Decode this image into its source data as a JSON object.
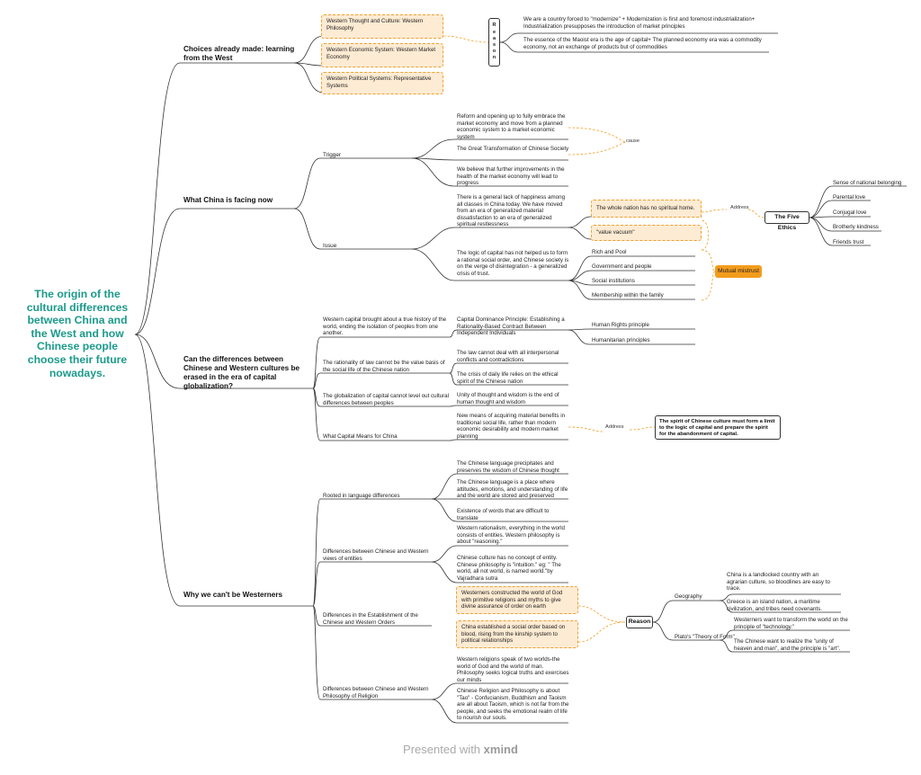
{
  "root": "The origin of the cultural differences between China and the West and how Chinese people choose their future nowadays.",
  "choices": {
    "title": "Choices already made: learning from the West",
    "boxes": [
      "Western Thought and Culture: Western Philosophy",
      "Western Economic System: Western Market Economy",
      "Western Political Systems: Representative Systems"
    ],
    "reason_letters": [
      "R",
      "e",
      "a",
      "s",
      "o",
      "n"
    ],
    "reasons": [
      "We are a country forced to \"modernize\" + Modernization is first and foremost industrialization+ Industrialization presupposes the introduction of market principles",
      "The essence of the Maoist era is the age of capital+ The planned economy era was a commodity economy, not an exchange of products but of commodities"
    ]
  },
  "facing": {
    "title": "What China is facing now",
    "trigger": "Trigger",
    "trigger_items": [
      "Reform and opening up to fully embrace the market economy and move from a planned economic system to a market economic system",
      "The Great Transformation of Chinese Society",
      "We believe that further improvements in the health of the market economy will lead to progress"
    ],
    "cause": "cause",
    "issue": "Issue",
    "issue_items": [
      "There is a general lack of happiness among all classes in China today. We have moved from an era of generalized material dissatisfaction to an era of generalized spiritual restlessness",
      "The logic of capital has not helped us to form a rational social order, and Chinese society is on the verge of disintegration - a generalized crisis of trust."
    ],
    "spiritual": [
      "The whole nation has no spiritual home.",
      "\"value vacuum\""
    ],
    "address": "Address",
    "five_ethics": "The Five Ethics",
    "ethics": [
      "Sense of national belonging",
      "Parental love",
      "Conjugal love",
      "Brotherly kindness",
      "Friends trust"
    ],
    "trust": [
      "Rich and Pool",
      "Government and people",
      "Social institutions",
      "Membership within the family"
    ],
    "mutual": "Mutual mistrust"
  },
  "erase": {
    "title": "Can the differences between Chinese and Western cultures be erased in the era of capital globalization?",
    "branches": [
      "Western capital brought about a true history of the world, ending the isolation of peoples from one another.",
      "The rationality of law cannot be the value basis of the social life of the Chinese nation",
      "The globalization of capital cannot level out cultural differences between peoples",
      "What Capital Means for China"
    ],
    "capital_principle": "Capital Dominance Principle: Establishing a Rationality-Based Contract Between Independent Individuals",
    "rights": [
      "Human Rights principle",
      "Humanitarian principles"
    ],
    "law_items": [
      "The law cannot deal with all interpersonal conflicts and contradictions",
      "The crisis of daily life relies on the ethical spirit of the Chinese nation"
    ],
    "unity": "Unity of thought and wisdom is the end of human thought and wisdom",
    "means": "New means of acquiring material benefits in traditional social life, rather than modern economic desirability and modern market planning",
    "address": "Address",
    "spirit": "The spirit of Chinese culture must form a limit to the logic of capital and prepare the spirit for the abandonment of capital."
  },
  "westerners": {
    "title": "Why we can't be Westerners",
    "branches": [
      "Rooted in language differences",
      "Differences between Chinese and Western views of entities",
      "Differences in the Establishment of the Chinese and Western Orders",
      "Differences between Chinese and Western Philosophy of Religion"
    ],
    "language": [
      "The Chinese language precipitates and preserves the wisdom of Chinese thought",
      "The Chinese language is a place where attitudes, emotions, and understanding of life and the world are stored and preserved",
      "Existence of words that are difficult to translate"
    ],
    "entities": [
      "Western rationalism, everything in the world consists of entities. Western philosophy is about \"reasoning.\"",
      "Chinese culture has no concept of entity. Chinese philosophy is \"intuition.\" eg: \" The world, all not world, is named world.\"by Vajradhara sutra"
    ],
    "orders": [
      "Westerners constructed the world of God with primitive religions and myths to give divine assurance of order on earth",
      "China established a social order based on blood, rising from the kinship system to political relationships"
    ],
    "reason": "Reason",
    "geography": "Geography",
    "geo_items": [
      "China is a landlocked country with an agrarian culture, so bloodlines are easy to trace.",
      "Greece is an island nation, a maritime civilization, and tribes need covenants."
    ],
    "plato": "Plato's \"Theory of Form\"",
    "plato_items": [
      "Westerners want to transform the world on the principle of \"technology.\"",
      "The Chinese want to realize the \"unity of heaven and man\", and the principle is \"art\"."
    ],
    "religion": [
      "Western religions speak of two worlds-the world of God and the world of man. Philosophy seeks logical truths and exercises our minds",
      "Chinese Religion and Philosophy is about \"Tao\" - Confucianism, Buddhism and Taoism are all about Taoism, which is not far from the people, and seeks the emotional realm of life to nourish our souls."
    ]
  },
  "footer": {
    "prefix": "Presented with ",
    "brand": "xmind"
  },
  "colors": {
    "root": "#1b9a8b",
    "accent": "#f39c1d",
    "box": "#fdebd3"
  }
}
